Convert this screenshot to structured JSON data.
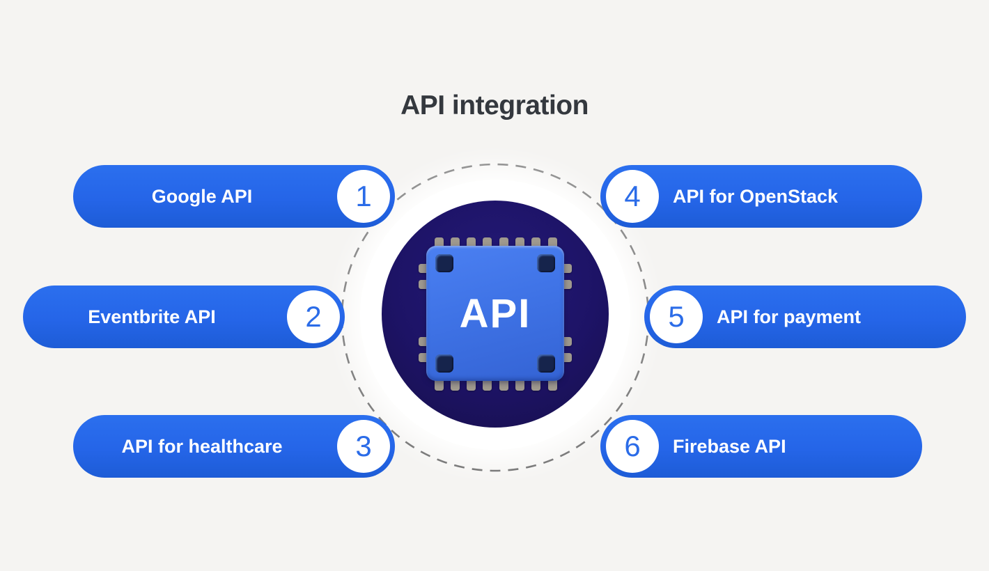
{
  "title": "API integration",
  "center_chip": {
    "label": "API"
  },
  "items": [
    {
      "number": "1",
      "label": "Google API",
      "side": "left"
    },
    {
      "number": "2",
      "label": "Eventbrite API",
      "side": "left"
    },
    {
      "number": "3",
      "label": "API for healthcare",
      "side": "left"
    },
    {
      "number": "4",
      "label": "API for OpenStack",
      "side": "right"
    },
    {
      "number": "5",
      "label": "API for payment",
      "side": "right"
    },
    {
      "number": "6",
      "label": "Firebase API",
      "side": "right"
    }
  ],
  "colors": {
    "background": "#f5f4f2",
    "pill-blue": "#2565e8",
    "pill-blue-light": "#2b6fee",
    "pill-blue-dark": "#1d5cd6",
    "number-blue": "#2b6ce8",
    "title-color": "#34383e",
    "navy-center": "#241a78",
    "navy-mid": "#1d1366",
    "navy-edge": "#170f4a",
    "chip-blue-light": "#4b80f2",
    "chip-blue-dark": "#3463d4",
    "pin-gray": "#9f998e",
    "dash-gray": "#4e4e4e",
    "screw-navy": "#16244c"
  }
}
